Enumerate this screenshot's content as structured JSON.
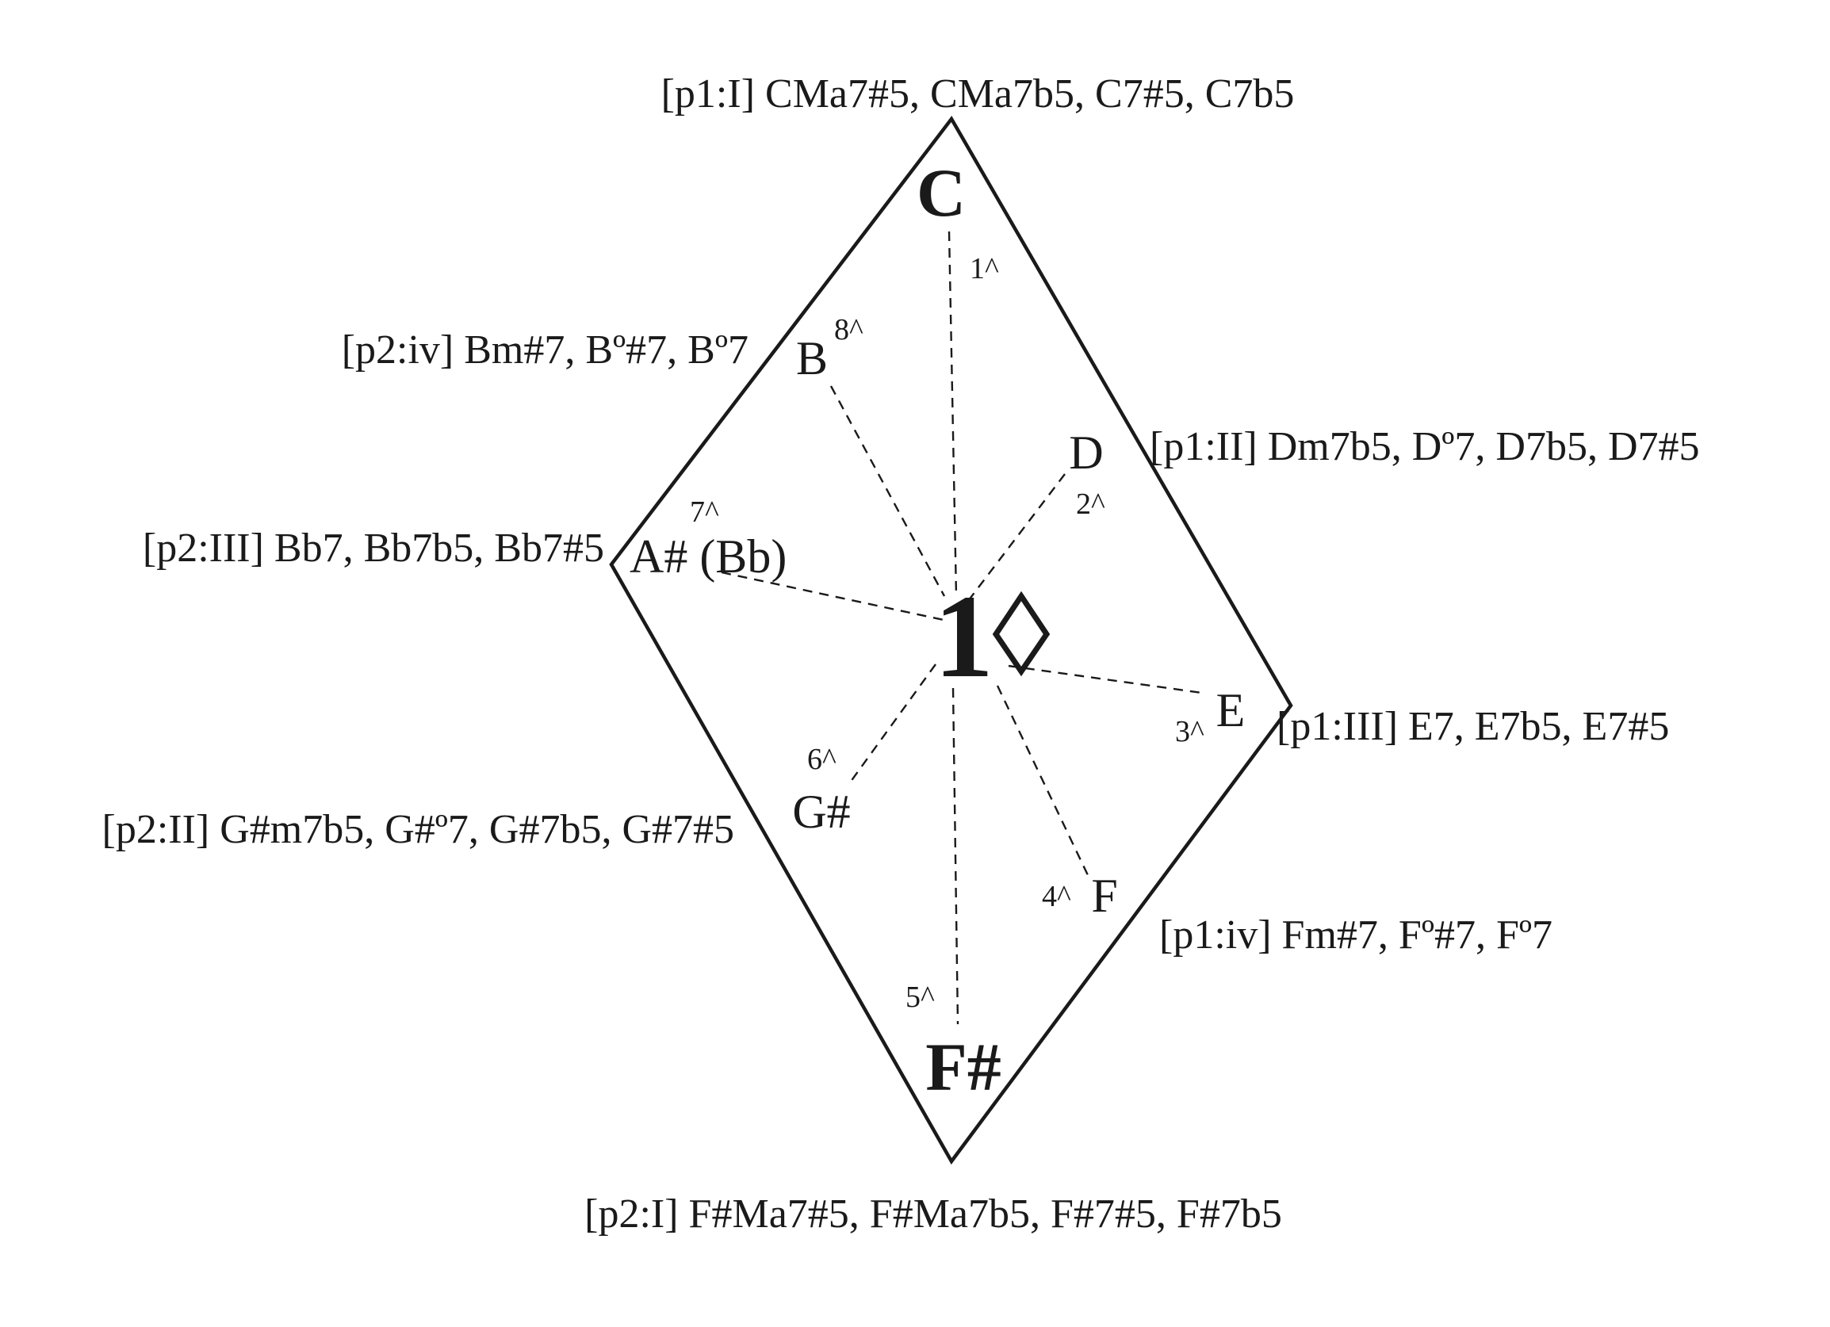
{
  "diagram": {
    "center": {
      "number": "1",
      "icon": "diamond-icon"
    },
    "notes": {
      "c": "C",
      "b": "B",
      "d": "D",
      "a_sharp": "A# (Bb)",
      "e": "E",
      "g_sharp": "G#",
      "f": "F",
      "f_sharp": "F#"
    },
    "degrees": {
      "d1": "1^",
      "d2": "2^",
      "d3": "3^",
      "d4": "4^",
      "d5": "5^",
      "d6": "6^",
      "d7": "7^",
      "d8": "8^"
    },
    "chords": {
      "p1_I": "[p1:I] CMa7#5, CMa7b5, C7#5, C7b5",
      "p2_iv": "[p2:iv] Bm#7, Bº#7, Bº7",
      "p1_II": "[p1:II] Dm7b5, Dº7, D7b5, D7#5",
      "p2_III": "[p2:III] Bb7, Bb7b5, Bb7#5",
      "p1_III": "[p1:III] E7, E7b5, E7#5",
      "p2_II": "[p2:II] G#m7b5, G#º7, G#7b5, G#7#5",
      "p1_iv": "[p1:iv] Fm#7, Fº#7, Fº7",
      "p2_I": "[p2:I] F#Ma7#5, F#Ma7b5, F#7#5, F#7b5"
    }
  }
}
